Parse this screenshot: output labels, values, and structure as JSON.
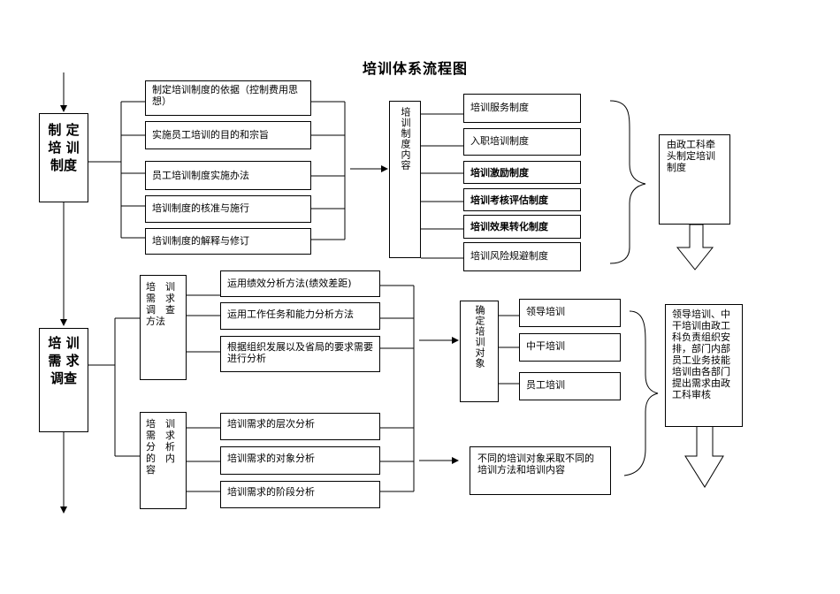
{
  "title": "培训体系流程图",
  "section1": {
    "main_label": "制 定\n培 训\n制度",
    "items": [
      "制定培训制度的依据（控制费用思想）",
      "实施员工培训的目的和宗旨",
      "员工培训制度实施办法",
      "培训制度的核准与施行",
      "培训制度的解释与修订"
    ],
    "content_label": "培训制度内容",
    "contents": [
      {
        "label": "培训服务制度",
        "bold": false
      },
      {
        "label": "入职培训制度",
        "bold": false
      },
      {
        "label": "培训激励制度",
        "bold": true
      },
      {
        "label": "培训考核评估制度",
        "bold": true
      },
      {
        "label": "培训效果转化制度",
        "bold": true
      },
      {
        "label": "培训风险规避制度",
        "bold": false
      }
    ],
    "note": "由政工科牵头制定培训制度"
  },
  "section2": {
    "main_label": "培 训\n需 求\n调查",
    "method_label": "培　训\n需　求\n调　查\n方法",
    "methods": [
      "运用绩效分析方法(绩效差距)",
      "运用工作任务和能力分析方法",
      "根据组织发展以及省局的要求需要进行分析"
    ],
    "analysis_label": "培　训\n需　求\n分　析\n的　内\n容",
    "analyses": [
      "培训需求的层次分析",
      "培训需求的对象分析",
      "培训需求的阶段分析"
    ],
    "target_label": "确定培训对象",
    "targets": [
      "领导培训",
      "中干培训",
      "员工培训"
    ],
    "diff_note": "不同的培训对象采取不同的培训方法和培训内容",
    "note": "领导培训、中干培训由政工科负责组织安排，部门内部员工业务技能培训由各部门提出需求由政工科审核"
  }
}
